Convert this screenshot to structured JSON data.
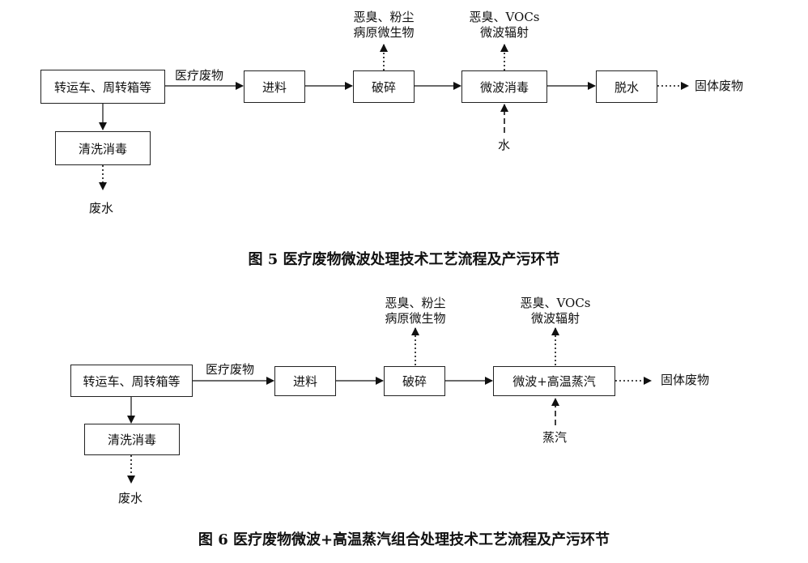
{
  "figure5": {
    "caption": "图 5  医疗废物微波处理技术工艺流程及产污环节",
    "nodes": {
      "transport": "转运车、周转箱等",
      "clean": "清洗消毒",
      "feed": "进料",
      "crush": "破碎",
      "microwave": "微波消毒",
      "dewater": "脱水"
    },
    "labels": {
      "medical_waste": "医疗废物",
      "waste_water": "废水",
      "crush_emission_1": "恶臭、粉尘",
      "crush_emission_2": "病原微生物",
      "microwave_emission_1": "恶臭、VOCs",
      "microwave_emission_2": "微波辐射",
      "water_input": "水",
      "solid_waste": "固体废物"
    }
  },
  "figure6": {
    "caption": "图 6  医疗废物微波+高温蒸汽组合处理技术工艺流程及产污环节",
    "nodes": {
      "transport": "转运车、周转箱等",
      "clean": "清洗消毒",
      "feed": "进料",
      "crush": "破碎",
      "combined": "微波+高温蒸汽"
    },
    "labels": {
      "medical_waste": "医疗废物",
      "waste_water": "废水",
      "crush_emission_1": "恶臭、粉尘",
      "crush_emission_2": "病原微生物",
      "combined_emission_1": "恶臭、VOCs",
      "combined_emission_2": "微波辐射",
      "steam_input": "蒸汽",
      "solid_waste": "固体废物"
    }
  }
}
